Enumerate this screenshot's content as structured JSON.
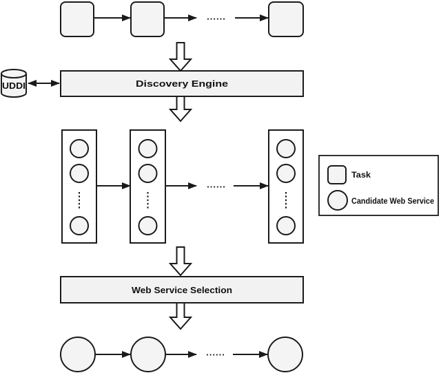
{
  "diagram": {
    "uddi": {
      "label": "UDDI"
    },
    "discovery_engine": {
      "label": "Discovery Engine"
    },
    "web_service_selection": {
      "label": "Web Service Selection"
    },
    "ellipsis": "......",
    "legend": {
      "task": {
        "label": "Task"
      },
      "candidate": {
        "label": "Candidate Web Service"
      }
    },
    "colors": {
      "stroke": "#1a1a1a",
      "node_fill": "#f4f4f4",
      "box_fill": "#f2f2f2",
      "background": "#ffffff"
    }
  }
}
